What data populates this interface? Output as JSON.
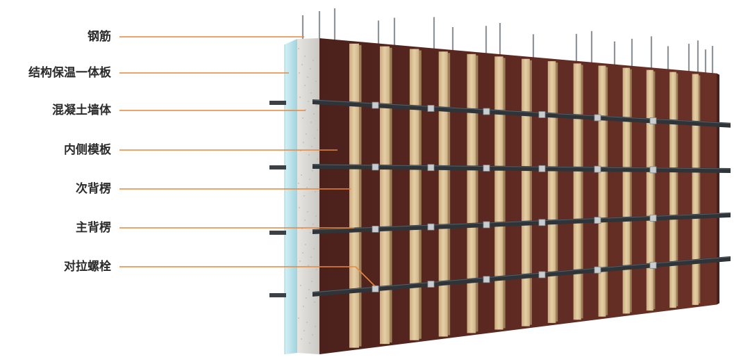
{
  "diagram": {
    "labels": [
      {
        "id": "rebar",
        "text": "钢筋"
      },
      {
        "id": "insulation-board",
        "text": "结构保温一体板"
      },
      {
        "id": "concrete-wall",
        "text": "混凝土墙体"
      },
      {
        "id": "inner-formwork",
        "text": "内侧模板"
      },
      {
        "id": "secondary-joist",
        "text": "次背楞"
      },
      {
        "id": "main-joist",
        "text": "主背楞"
      },
      {
        "id": "tie-bolt",
        "text": "对拉螺栓"
      }
    ],
    "colors": {
      "leader_line": "#e8873c",
      "formwork": "#5e2a22",
      "formwork_dark": "#4a1f19",
      "secondary_joist": "#dcc39c",
      "main_joist": "#2f3438",
      "insulation": "#bfe6ee",
      "concrete": "#d9d8d4",
      "rebar": "#8f9498",
      "label_text": "#2b2b2b"
    }
  }
}
